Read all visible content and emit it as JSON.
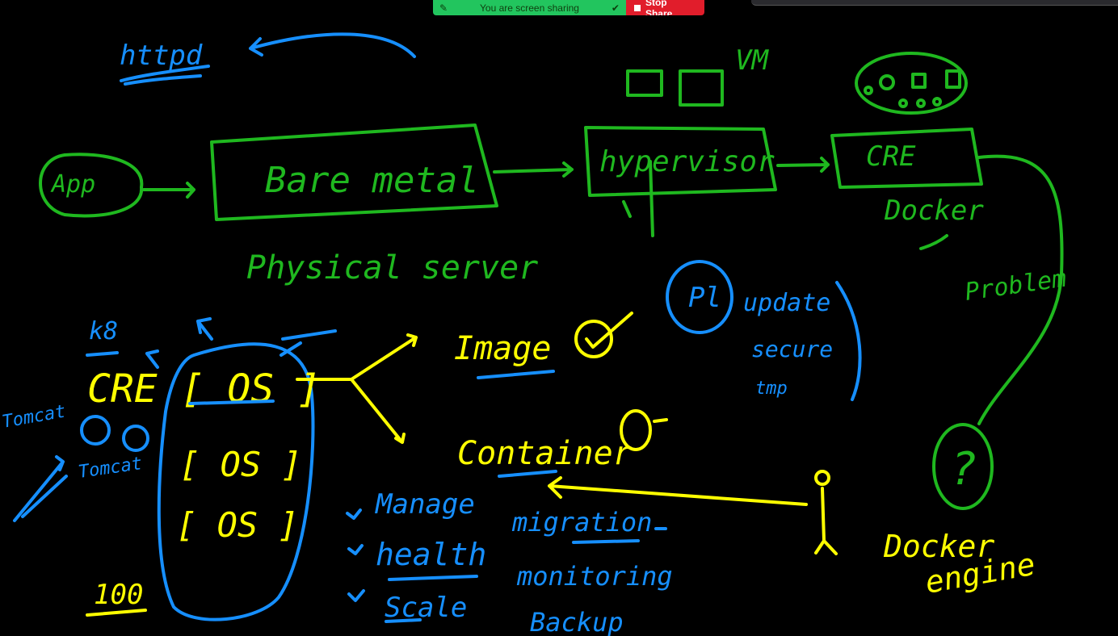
{
  "share_bar": {
    "status": "You are screen sharing",
    "stop_label": "Stop Share"
  },
  "colors": {
    "green": "#1fb81f",
    "blue": "#168fff",
    "yellow": "#ffff00",
    "share_green": "#22c55e",
    "stop_red": "#e11d2b"
  },
  "whiteboard": {
    "top_left": "httpd",
    "vm": "VM",
    "app": "App",
    "bare_metal": "Bare metal",
    "physical_server": "Physical server",
    "hypervisor": "hypervisor",
    "cre": "CRE",
    "docker": "Docker",
    "problem": "Problem",
    "question": "?",
    "docker_engine_1": "Docker",
    "docker_engine_2": "engine",
    "k8s": "k8",
    "cre_os": "CRE [ OS ]",
    "os_2": "[ OS ]",
    "os_3": "[ OS ]",
    "tomcat_1": "Tomcat",
    "tomcat_2": "Tomcat",
    "num_100": "100",
    "image": "Image",
    "container": "Container",
    "pl": "Pl",
    "update": "update",
    "secure": "secure",
    "tmp": "tmp",
    "manage": "Manage",
    "health": "health",
    "scale": "Scale",
    "migration": "migration",
    "monitoring": "monitoring",
    "backup": "Backup"
  }
}
